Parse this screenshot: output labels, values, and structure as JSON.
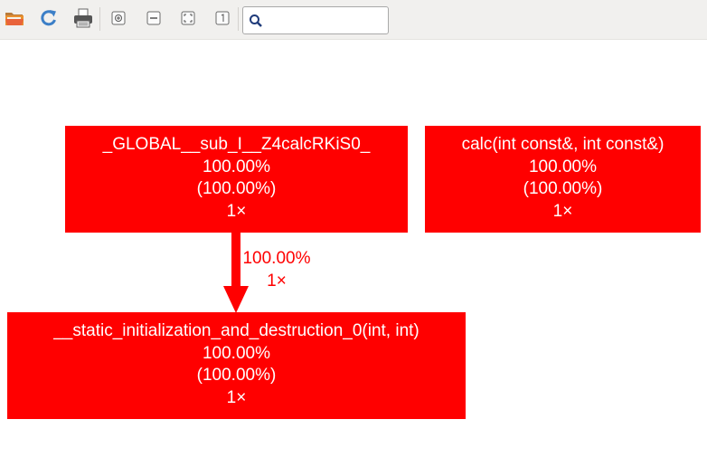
{
  "toolbar": {
    "buttons": [
      {
        "name": "open-button",
        "icon": "folder-open-icon"
      },
      {
        "name": "refresh-button",
        "icon": "refresh-icon"
      },
      {
        "name": "print-button",
        "icon": "printer-icon"
      },
      {
        "name": "zoom-in-button",
        "icon": "zoom-in-icon"
      },
      {
        "name": "zoom-out-button",
        "icon": "zoom-out-icon"
      },
      {
        "name": "zoom-fit-button",
        "icon": "zoom-fit-icon"
      },
      {
        "name": "zoom-original-button",
        "icon": "zoom-original-icon"
      }
    ],
    "search": {
      "value": "",
      "placeholder": "",
      "icon": "search-icon"
    }
  },
  "graph": {
    "node_color": "#ff0000",
    "nodes": [
      {
        "name": "_GLOBAL__sub_I__Z4calcRKiS0_",
        "percent": "100.00%",
        "self": "(100.00%)",
        "calls": "1×"
      },
      {
        "name": "calc(int const&, int const&)",
        "percent": "100.00%",
        "self": "(100.00%)",
        "calls": "1×"
      },
      {
        "name": "__static_initialization_and_destruction_0(int, int)",
        "percent": "100.00%",
        "self": "(100.00%)",
        "calls": "1×"
      }
    ],
    "edges": [
      {
        "from": "_GLOBAL__sub_I__Z4calcRKiS0_",
        "to": "__static_initialization_and_destruction_0(int, int)",
        "percent": "100.00%",
        "calls": "1×"
      }
    ]
  }
}
